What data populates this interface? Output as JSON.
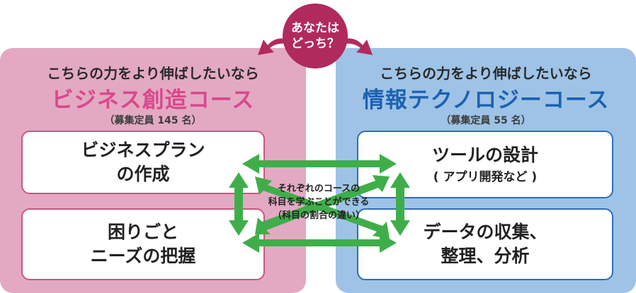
{
  "bubble": {
    "line1": "あなたは",
    "line2": "どっち？"
  },
  "left_course": {
    "subtitle": "こちらの力をより伸ばしたいなら",
    "name": "ビジネス創造コース",
    "capacity": "（募集定員 145 名）",
    "box1": {
      "line1": "ビジネスプラン",
      "line2": "の作成"
    },
    "box2": {
      "line1": "困りごと",
      "line2": "ニーズの把握"
    }
  },
  "right_course": {
    "subtitle": "こちらの力をより伸ばしたいなら",
    "name": "情報テクノロジーコース",
    "capacity": "（募集定員 55 名）",
    "box1": {
      "line1": "ツールの設計",
      "note": "( アプリ開発など )"
    },
    "box2": {
      "line1": "データの収集、",
      "line2": "整理、分析"
    }
  },
  "center_note": {
    "line1": "それぞれのコースの",
    "line2": "科目を学ぶことができる",
    "line3": "（科目の割合の違い）"
  },
  "colors": {
    "left_panel": "#e3a9c2",
    "right_panel": "#9ec3e6",
    "bubble": "#b02a5e",
    "arrow": "#3fae4a"
  }
}
